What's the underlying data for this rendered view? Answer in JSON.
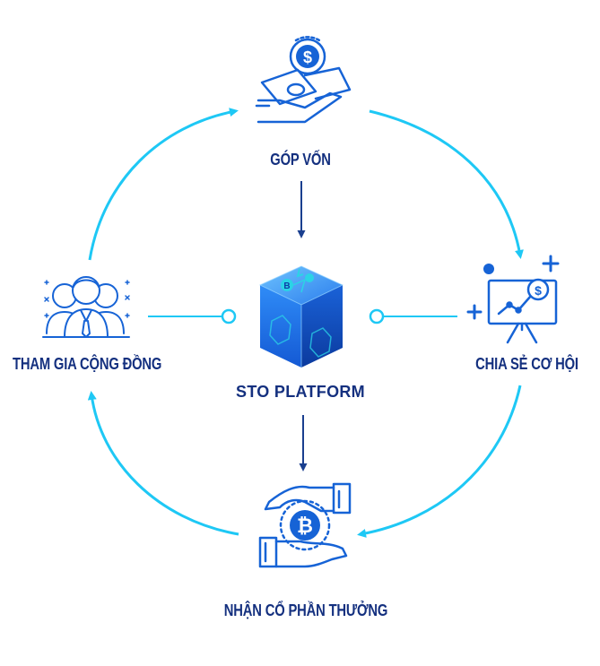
{
  "nodes": {
    "top": {
      "label": "GÓP VỐN",
      "icon": "hand-money-icon"
    },
    "right": {
      "label": "CHIA SẺ CƠ HỘI",
      "icon": "presentation-board-dollar-icon"
    },
    "bottom": {
      "label": "NHẬN CỔ PHẦN THƯỞNG",
      "icon": "hands-bitcoin-icon"
    },
    "left": {
      "label": "THAM GIA CỘNG ĐỒNG",
      "icon": "people-group-icon"
    }
  },
  "center": {
    "label": "STO PLATFORM",
    "icon": "blockchain-cube-icon"
  },
  "colors": {
    "cycle_arrow": "#1ec8f5",
    "icon_blue": "#1663d6",
    "cube_light": "#2e8ff5",
    "cube_dark": "#0d3fa8",
    "text": "#14307f",
    "accent": "#2bd3e6"
  }
}
